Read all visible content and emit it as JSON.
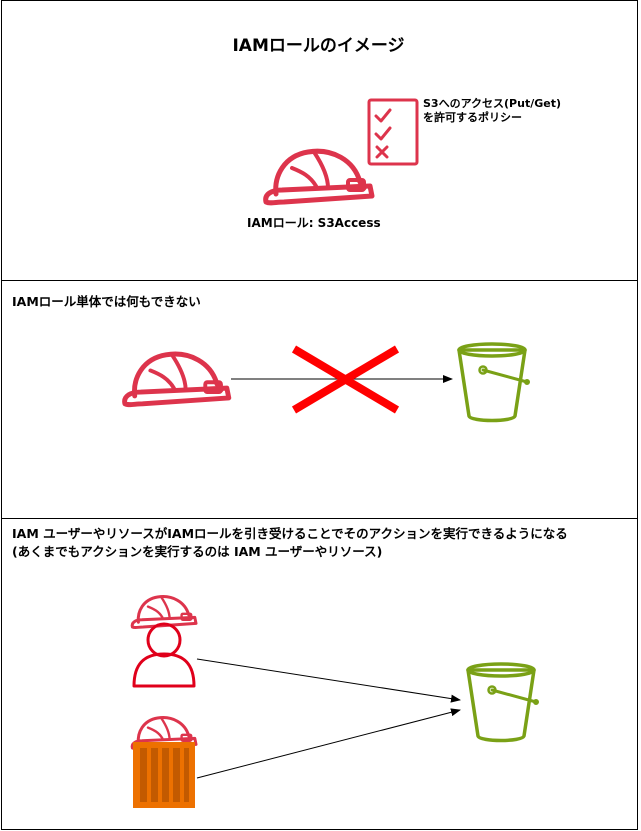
{
  "title": "IAMロールのイメージ",
  "policy_note": {
    "line1": "S3へのアクセス(Put/Get)",
    "line2": "を許可するポリシー"
  },
  "role_label": "IAMロール: S3Access",
  "section2": {
    "label": "IAMロール単体では何もできない"
  },
  "section3": {
    "line1": "IAM ユーザーやリソースがIAMロールを引き受けることでそのアクションを実行できるようになる",
    "line2": "(あくまでもアクションを実行するのは IAM ユーザーやリソース)"
  },
  "colors": {
    "role_red": "#dd344c",
    "bucket_green": "#7aa116",
    "user_red": "#e0001b",
    "cross_red": "#ff0000",
    "ec2_orange": "#ed7100"
  },
  "icons": [
    "helmet-icon",
    "checklist-icon",
    "s3-bucket-icon",
    "user-icon",
    "ec2-instance-icon",
    "cross-icon"
  ]
}
